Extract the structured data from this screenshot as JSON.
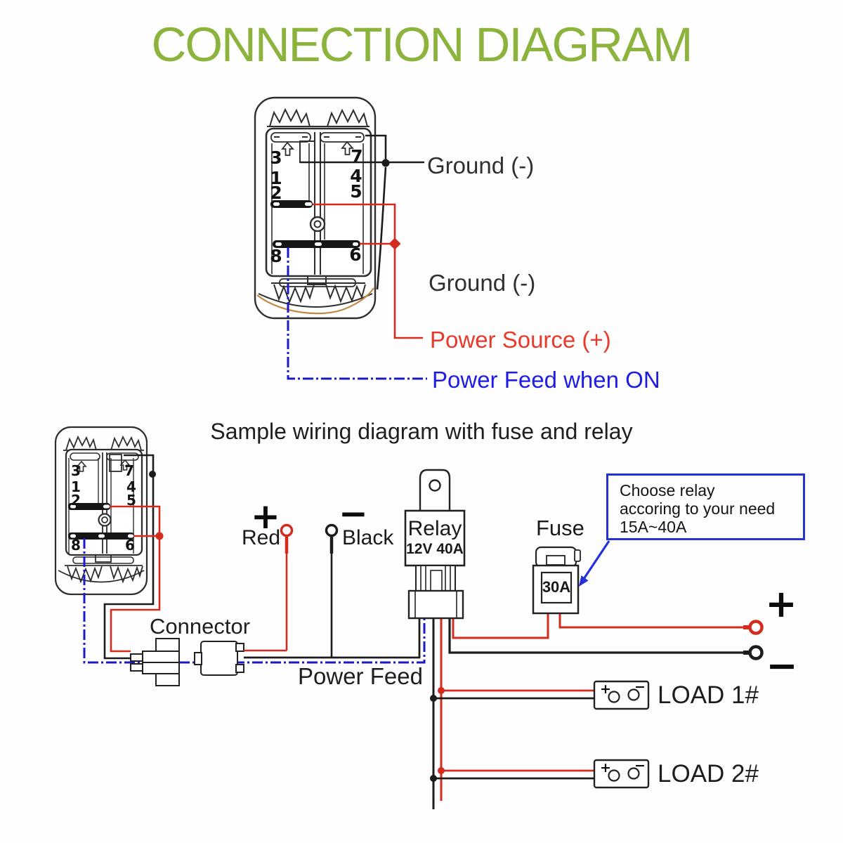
{
  "title": "CONNECTION DIAGRAM",
  "subtitle": "Sample wiring diagram with fuse and relay",
  "top_diagram": {
    "ground_label_1": "Ground (-)",
    "ground_label_2": "Ground (-)",
    "power_source_label": "Power Source (+)",
    "power_feed_on_label": "Power Feed when ON",
    "switch_pins": [
      "3",
      "7",
      "1",
      "4",
      "2",
      "5",
      "8",
      "6"
    ]
  },
  "bottom_diagram": {
    "switch_pins": [
      "3",
      "7",
      "1",
      "4",
      "2",
      "5",
      "8",
      "6"
    ],
    "connector_label": "Connector",
    "power_feed_label": "Power Feed",
    "red_label": "Red",
    "black_label": "Black",
    "plus": "+",
    "minus": "−",
    "relay": {
      "name": "Relay",
      "rating": "12V 40A"
    },
    "fuse": {
      "label": "Fuse",
      "rating": "30A"
    },
    "callout": {
      "line1": "Choose relay",
      "line2": "accoring to your need",
      "line3": "15A~40A"
    },
    "load1_label": "LOAD 1#",
    "load2_label": "LOAD 2#"
  },
  "colors": {
    "title_green": "#8cb33c",
    "wire_red": "#d32b1e",
    "wire_blue": "#1a1ac8",
    "wire_black": "#1c1c1c",
    "label_red": "#e8392a",
    "label_blue": "#1d1de6",
    "callout_blue": "#2431d8"
  }
}
